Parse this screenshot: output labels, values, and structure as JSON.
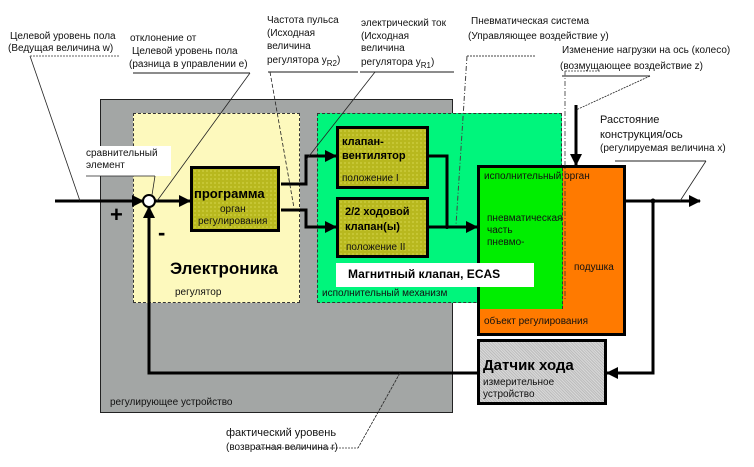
{
  "colors": {
    "regulating_device": "#a3a6a5",
    "electronics_panel": "#fdf9bd",
    "actuator_panel": "#00f57c",
    "controller_block": "#b8b81e",
    "plant_green": "#00ee00",
    "plant_orange": "#ff7a00",
    "sensor_block": "#d8d8d8"
  },
  "annotations": {
    "reference": {
      "line1": "Целевой уровень пола",
      "line2": "(Ведущая величина  w)"
    },
    "deviation": {
      "line1": "отклонение от",
      "line2": "Целевой уровень пола",
      "line3": "(разница в управлении  e)"
    },
    "pulse_freq": {
      "line1": "Частота пульса",
      "line2": "(Исходная",
      "line3": "величина",
      "line4": "регулятора  y",
      "sub": "R2",
      "close": ")"
    },
    "current": {
      "line1": "электрический ток",
      "line2": "(Исходная",
      "line3": "величина",
      "line4": "регулятора  y",
      "sub": "R1",
      "close": ")"
    },
    "pneumatic": {
      "line1": "Пневматическая система",
      "line2": "(Управляющее воздействие  y)"
    },
    "load_change": {
      "line1": "Изменение нагрузки на ось (колесо)",
      "line2": "(возмущающее воздействие  z)"
    },
    "distance": {
      "line1": "Расстояние",
      "line2": "конструкция/ось",
      "line3": "(регулируемая величина  x)"
    },
    "comparator": {
      "line1": "сравнительный",
      "line2": "элемент"
    },
    "actual_level": {
      "line1": "фактический уровень",
      "line2": "(возвратная величина r)"
    }
  },
  "signs": {
    "plus": "+",
    "minus": "-"
  },
  "blocks": {
    "regulating_device": {
      "label": "регулирующее устройство"
    },
    "electronics": {
      "title": "Электроника",
      "label": "регулятор"
    },
    "program": {
      "title": "программа",
      "sub1": "орган",
      "sub2": "регулирования"
    },
    "actuator": {
      "label": "исполнительный механизм",
      "banner": "Магнитный клапан, ECAS"
    },
    "valve_fan": {
      "title1": "клапан-",
      "title2": "вентилятор",
      "sub": "положение I"
    },
    "valve_22": {
      "title1": "2/2 ходовой",
      "title2": "клапан(ы)",
      "sub": "положение II"
    },
    "plant": {
      "top": "исполнительный орган",
      "p1": "пневматическая",
      "p2": "часть",
      "p3": "пневмо-",
      "cushion": "подушка",
      "bottom": "объект регулирования"
    },
    "sensor": {
      "title": "Датчик хода",
      "sub1": "измерительное",
      "sub2": "устройство"
    }
  }
}
